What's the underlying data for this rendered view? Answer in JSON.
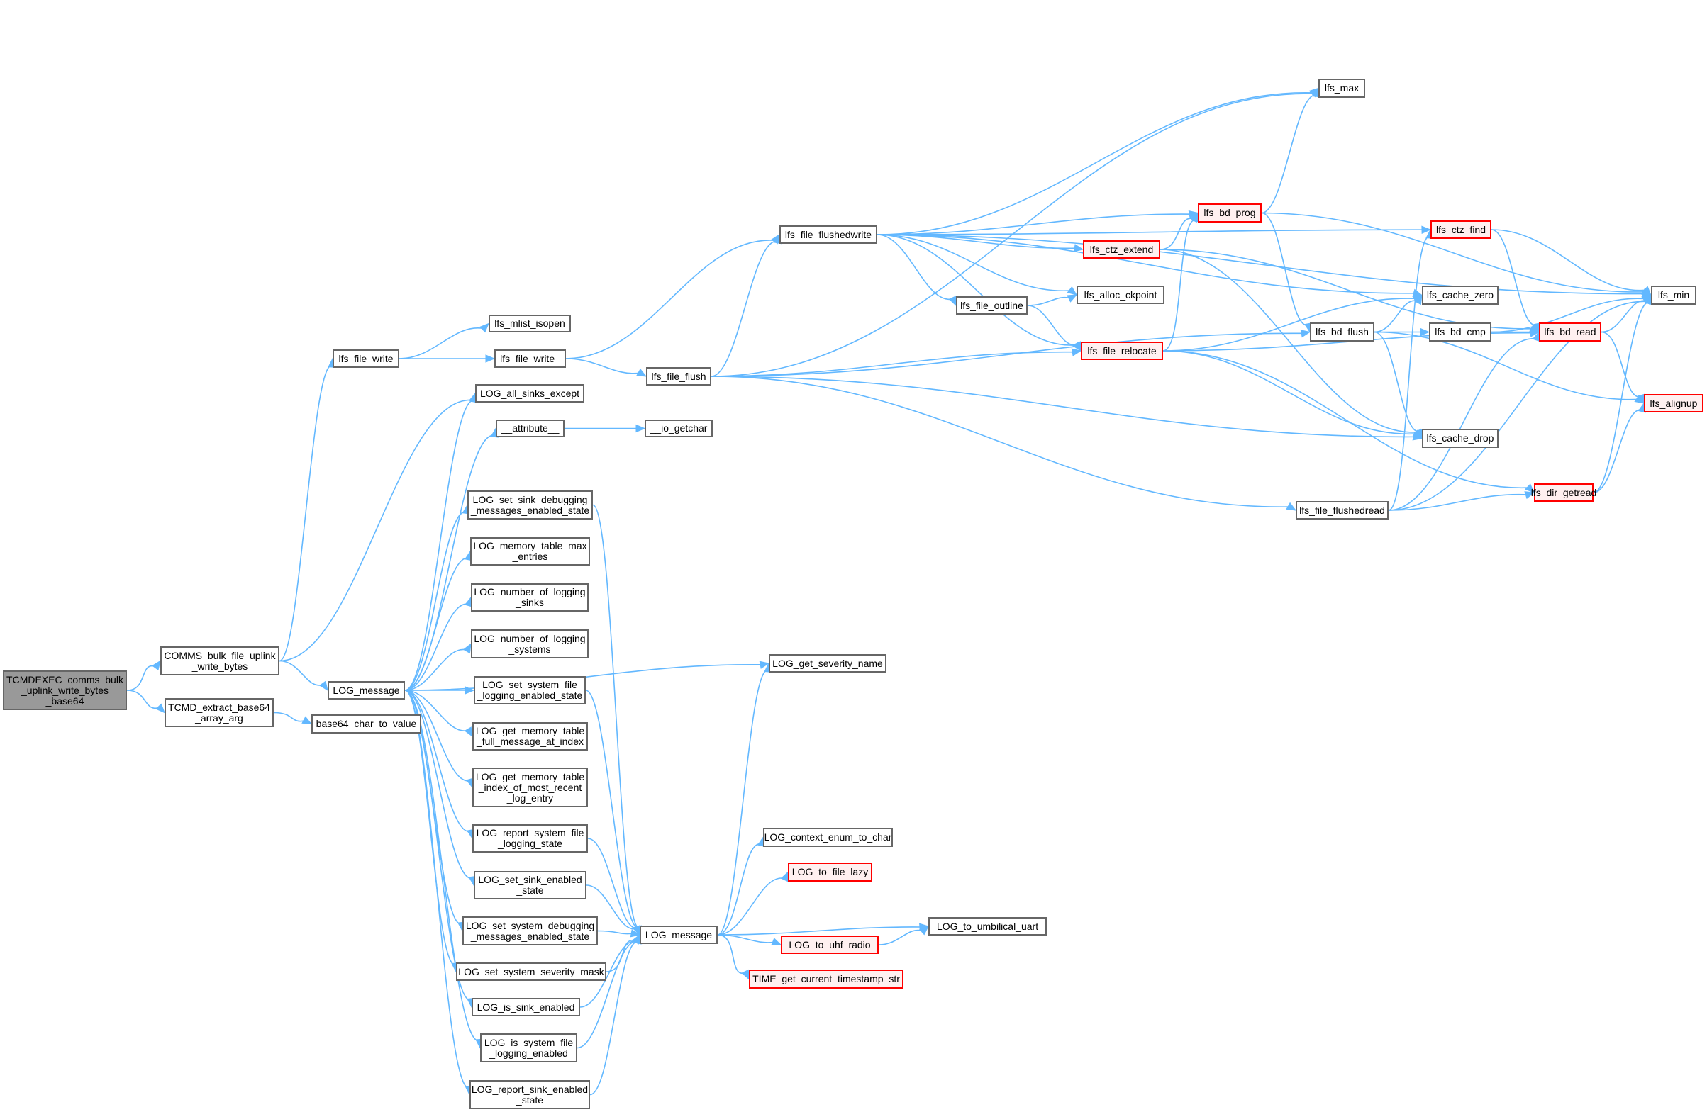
{
  "graph": {
    "title": "Call graph of TCMDEXEC_comms_bulk_uplink_write_bytes_base64",
    "colors": {
      "edge": "#63b8ff",
      "node_border": "#666666",
      "root_fill": "#999999",
      "truncated_border": "#ff0000",
      "truncated_fill": "#fff0f0"
    },
    "nodes": [
      {
        "id": "root",
        "label": "TCMDEXEC_comms_bulk\n_uplink_write_bytes\n_base64",
        "kind": "root"
      },
      {
        "id": "comms_bulk",
        "label": "COMMS_bulk_file_uplink\n_write_bytes",
        "kind": "normal"
      },
      {
        "id": "tcmd_extract",
        "label": "TCMD_extract_base64\n_array_arg",
        "kind": "normal"
      },
      {
        "id": "log_message_1",
        "label": "LOG_message",
        "kind": "normal"
      },
      {
        "id": "base64_char",
        "label": "base64_char_to_value",
        "kind": "normal"
      },
      {
        "id": "lfs_file_write",
        "label": "lfs_file_write",
        "kind": "normal"
      },
      {
        "id": "lfs_mlist_isopen",
        "label": "lfs_mlist_isopen",
        "kind": "normal"
      },
      {
        "id": "lfs_file_write_",
        "label": "lfs_file_write_",
        "kind": "normal"
      },
      {
        "id": "log_all_sinks_except",
        "label": "LOG_all_sinks_except",
        "kind": "normal"
      },
      {
        "id": "attribute",
        "label": "__attribute__",
        "kind": "normal"
      },
      {
        "id": "io_getchar",
        "label": "__io_getchar",
        "kind": "normal"
      },
      {
        "id": "lfs_file_flush",
        "label": "lfs_file_flush",
        "kind": "normal"
      },
      {
        "id": "log_set_sink_dbg",
        "label": "LOG_set_sink_debugging\n_messages_enabled_state",
        "kind": "normal"
      },
      {
        "id": "log_mem_max",
        "label": "LOG_memory_table_max\n_entries",
        "kind": "normal"
      },
      {
        "id": "log_num_sinks",
        "label": "LOG_number_of_logging\n_sinks",
        "kind": "normal"
      },
      {
        "id": "log_num_systems",
        "label": "LOG_number_of_logging\n_systems",
        "kind": "normal"
      },
      {
        "id": "log_set_sys_file",
        "label": "LOG_set_system_file\n_logging_enabled_state",
        "kind": "normal"
      },
      {
        "id": "log_get_mem_full",
        "label": "LOG_get_memory_table\n_full_message_at_index",
        "kind": "normal"
      },
      {
        "id": "log_get_mem_idx",
        "label": "LOG_get_memory_table\n_index_of_most_recent\n_log_entry",
        "kind": "normal"
      },
      {
        "id": "log_report_sys_file",
        "label": "LOG_report_system_file\n_logging_state",
        "kind": "normal"
      },
      {
        "id": "log_set_sink_enabled",
        "label": "LOG_set_sink_enabled\n_state",
        "kind": "normal"
      },
      {
        "id": "log_set_sys_dbg",
        "label": "LOG_set_system_debugging\n_messages_enabled_state",
        "kind": "normal"
      },
      {
        "id": "log_set_sev_mask",
        "label": "LOG_set_system_severity_mask",
        "kind": "normal"
      },
      {
        "id": "log_is_sink_enabled",
        "label": "LOG_is_sink_enabled",
        "kind": "normal"
      },
      {
        "id": "log_is_sys_file",
        "label": "LOG_is_system_file\n_logging_enabled",
        "kind": "normal"
      },
      {
        "id": "log_report_sink",
        "label": "LOG_report_sink_enabled\n_state",
        "kind": "normal"
      },
      {
        "id": "log_message_2",
        "label": "LOG_message",
        "kind": "normal"
      },
      {
        "id": "log_get_sev_name",
        "label": "LOG_get_severity_name",
        "kind": "normal"
      },
      {
        "id": "log_ctx_enum",
        "label": "LOG_context_enum_to_char",
        "kind": "normal"
      },
      {
        "id": "log_to_file_lazy",
        "label": "LOG_to_file_lazy",
        "kind": "truncated"
      },
      {
        "id": "log_to_umbilical",
        "label": "LOG_to_umbilical_uart",
        "kind": "normal"
      },
      {
        "id": "log_to_uhf",
        "label": "LOG_to_uhf_radio",
        "kind": "truncated"
      },
      {
        "id": "time_get_ts",
        "label": "TIME_get_current_timestamp_str",
        "kind": "truncated"
      },
      {
        "id": "lfs_file_flushedwrite",
        "label": "lfs_file_flushedwrite",
        "kind": "normal"
      },
      {
        "id": "lfs_max",
        "label": "lfs_max",
        "kind": "normal"
      },
      {
        "id": "lfs_bd_prog",
        "label": "lfs_bd_prog",
        "kind": "truncated"
      },
      {
        "id": "lfs_ctz_extend",
        "label": "lfs_ctz_extend",
        "kind": "truncated"
      },
      {
        "id": "lfs_file_outline",
        "label": "lfs_file_outline",
        "kind": "normal"
      },
      {
        "id": "lfs_alloc_ckpoint",
        "label": "lfs_alloc_ckpoint",
        "kind": "normal"
      },
      {
        "id": "lfs_file_relocate",
        "label": "lfs_file_relocate",
        "kind": "truncated"
      },
      {
        "id": "lfs_ctz_find",
        "label": "lfs_ctz_find",
        "kind": "truncated"
      },
      {
        "id": "lfs_cache_zero",
        "label": "lfs_cache_zero",
        "kind": "normal"
      },
      {
        "id": "lfs_bd_flush",
        "label": "lfs_bd_flush",
        "kind": "normal"
      },
      {
        "id": "lfs_bd_cmp",
        "label": "lfs_bd_cmp",
        "kind": "normal"
      },
      {
        "id": "lfs_bd_read",
        "label": "lfs_bd_read",
        "kind": "truncated"
      },
      {
        "id": "lfs_min",
        "label": "lfs_min",
        "kind": "normal"
      },
      {
        "id": "lfs_alignup",
        "label": "lfs_alignup",
        "kind": "truncated"
      },
      {
        "id": "lfs_cache_drop",
        "label": "lfs_cache_drop",
        "kind": "normal"
      },
      {
        "id": "lfs_file_flushedread",
        "label": "lfs_file_flushedread",
        "kind": "normal"
      },
      {
        "id": "lfs_dir_getread",
        "label": "lfs_dir_getread",
        "kind": "truncated"
      }
    ],
    "edges": [
      [
        "root",
        "comms_bulk"
      ],
      [
        "root",
        "tcmd_extract"
      ],
      [
        "comms_bulk",
        "lfs_file_write"
      ],
      [
        "comms_bulk",
        "log_all_sinks_except"
      ],
      [
        "comms_bulk",
        "log_message_1"
      ],
      [
        "tcmd_extract",
        "base64_char"
      ],
      [
        "lfs_file_write",
        "lfs_mlist_isopen"
      ],
      [
        "lfs_file_write",
        "lfs_file_write_"
      ],
      [
        "lfs_file_write_",
        "lfs_file_flush"
      ],
      [
        "lfs_file_write_",
        "lfs_file_flushedwrite"
      ],
      [
        "log_message_1",
        "log_all_sinks_except"
      ],
      [
        "log_message_1",
        "attribute"
      ],
      [
        "log_message_1",
        "log_get_sev_name"
      ],
      [
        "log_message_1",
        "log_set_sink_dbg"
      ],
      [
        "log_message_1",
        "log_mem_max"
      ],
      [
        "log_message_1",
        "log_num_sinks"
      ],
      [
        "log_message_1",
        "log_num_systems"
      ],
      [
        "log_message_1",
        "log_set_sys_file"
      ],
      [
        "log_message_1",
        "log_get_mem_full"
      ],
      [
        "log_message_1",
        "log_get_mem_idx"
      ],
      [
        "log_message_1",
        "log_report_sys_file"
      ],
      [
        "log_message_1",
        "log_set_sink_enabled"
      ],
      [
        "log_message_1",
        "log_set_sys_dbg"
      ],
      [
        "log_message_1",
        "log_set_sev_mask"
      ],
      [
        "log_message_1",
        "log_is_sink_enabled"
      ],
      [
        "log_message_1",
        "log_is_sys_file"
      ],
      [
        "log_message_1",
        "log_report_sink"
      ],
      [
        "attribute",
        "io_getchar"
      ],
      [
        "log_set_sink_dbg",
        "log_message_2"
      ],
      [
        "log_set_sys_file",
        "log_message_2"
      ],
      [
        "log_report_sys_file",
        "log_message_2"
      ],
      [
        "log_set_sink_enabled",
        "log_message_2"
      ],
      [
        "log_set_sys_dbg",
        "log_message_2"
      ],
      [
        "log_set_sev_mask",
        "log_message_2"
      ],
      [
        "log_is_sink_enabled",
        "log_message_2"
      ],
      [
        "log_is_sys_file",
        "log_message_2"
      ],
      [
        "log_report_sink",
        "log_message_2"
      ],
      [
        "log_message_2",
        "log_get_sev_name"
      ],
      [
        "log_message_2",
        "log_ctx_enum"
      ],
      [
        "log_message_2",
        "log_to_file_lazy"
      ],
      [
        "log_message_2",
        "log_to_umbilical"
      ],
      [
        "log_message_2",
        "log_to_uhf"
      ],
      [
        "log_message_2",
        "time_get_ts"
      ],
      [
        "log_to_uhf",
        "log_to_umbilical"
      ],
      [
        "lfs_file_flush",
        "lfs_file_flushedwrite"
      ],
      [
        "lfs_file_flush",
        "lfs_max"
      ],
      [
        "lfs_file_flush",
        "lfs_file_relocate"
      ],
      [
        "lfs_file_flush",
        "lfs_bd_flush"
      ],
      [
        "lfs_file_flush",
        "lfs_cache_drop"
      ],
      [
        "lfs_file_flush",
        "lfs_file_flushedread"
      ],
      [
        "lfs_file_flushedwrite",
        "lfs_max"
      ],
      [
        "lfs_file_flushedwrite",
        "lfs_min"
      ],
      [
        "lfs_file_flushedwrite",
        "lfs_bd_prog"
      ],
      [
        "lfs_file_flushedwrite",
        "lfs_ctz_extend"
      ],
      [
        "lfs_file_flushedwrite",
        "lfs_ctz_find"
      ],
      [
        "lfs_file_flushedwrite",
        "lfs_cache_zero"
      ],
      [
        "lfs_file_flushedwrite",
        "lfs_alloc_ckpoint"
      ],
      [
        "lfs_file_flushedwrite",
        "lfs_file_outline"
      ],
      [
        "lfs_file_flushedwrite",
        "lfs_file_relocate"
      ],
      [
        "lfs_file_outline",
        "lfs_alloc_ckpoint"
      ],
      [
        "lfs_file_outline",
        "lfs_file_relocate"
      ],
      [
        "lfs_ctz_extend",
        "lfs_bd_prog"
      ],
      [
        "lfs_ctz_extend",
        "lfs_bd_read"
      ],
      [
        "lfs_ctz_extend",
        "lfs_cache_drop"
      ],
      [
        "lfs_bd_prog",
        "lfs_max"
      ],
      [
        "lfs_bd_prog",
        "lfs_min"
      ],
      [
        "lfs_bd_prog",
        "lfs_bd_flush"
      ],
      [
        "lfs_file_relocate",
        "lfs_bd_prog"
      ],
      [
        "lfs_file_relocate",
        "lfs_cache_zero"
      ],
      [
        "lfs_file_relocate",
        "lfs_bd_read"
      ],
      [
        "lfs_file_relocate",
        "lfs_cache_drop"
      ],
      [
        "lfs_file_relocate",
        "lfs_dir_getread"
      ],
      [
        "lfs_ctz_find",
        "lfs_min"
      ],
      [
        "lfs_ctz_find",
        "lfs_bd_read"
      ],
      [
        "lfs_bd_flush",
        "lfs_cache_zero"
      ],
      [
        "lfs_bd_flush",
        "lfs_bd_cmp"
      ],
      [
        "lfs_bd_flush",
        "lfs_alignup"
      ],
      [
        "lfs_bd_flush",
        "lfs_cache_drop"
      ],
      [
        "lfs_bd_cmp",
        "lfs_bd_read"
      ],
      [
        "lfs_bd_cmp",
        "lfs_min"
      ],
      [
        "lfs_bd_read",
        "lfs_min"
      ],
      [
        "lfs_bd_read",
        "lfs_alignup"
      ],
      [
        "lfs_file_flushedread",
        "lfs_ctz_find"
      ],
      [
        "lfs_file_flushedread",
        "lfs_bd_read"
      ],
      [
        "lfs_file_flushedread",
        "lfs_min"
      ],
      [
        "lfs_file_flushedread",
        "lfs_dir_getread"
      ],
      [
        "lfs_dir_getread",
        "lfs_min"
      ],
      [
        "lfs_dir_getread",
        "lfs_alignup"
      ]
    ]
  }
}
